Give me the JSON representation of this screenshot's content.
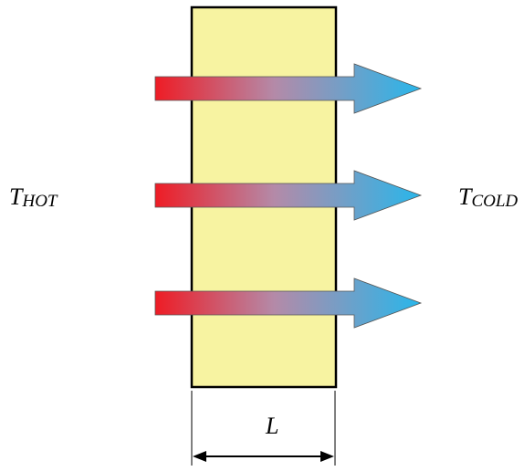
{
  "labels": {
    "hot_main": "T",
    "hot_sub": "HOT",
    "cold_main": "T",
    "cold_sub": "COLD",
    "thickness": "L"
  },
  "colors": {
    "slab_fill": "#f7f3a1",
    "slab_stroke": "#000000",
    "arrow_hot": "#ee1c25",
    "arrow_mid": "#b48aa8",
    "arrow_cold": "#29b6ea",
    "dimension_line": "#000000"
  },
  "arrows": [
    {
      "name": "heat-flow-arrow-top"
    },
    {
      "name": "heat-flow-arrow-middle"
    },
    {
      "name": "heat-flow-arrow-bottom"
    }
  ]
}
